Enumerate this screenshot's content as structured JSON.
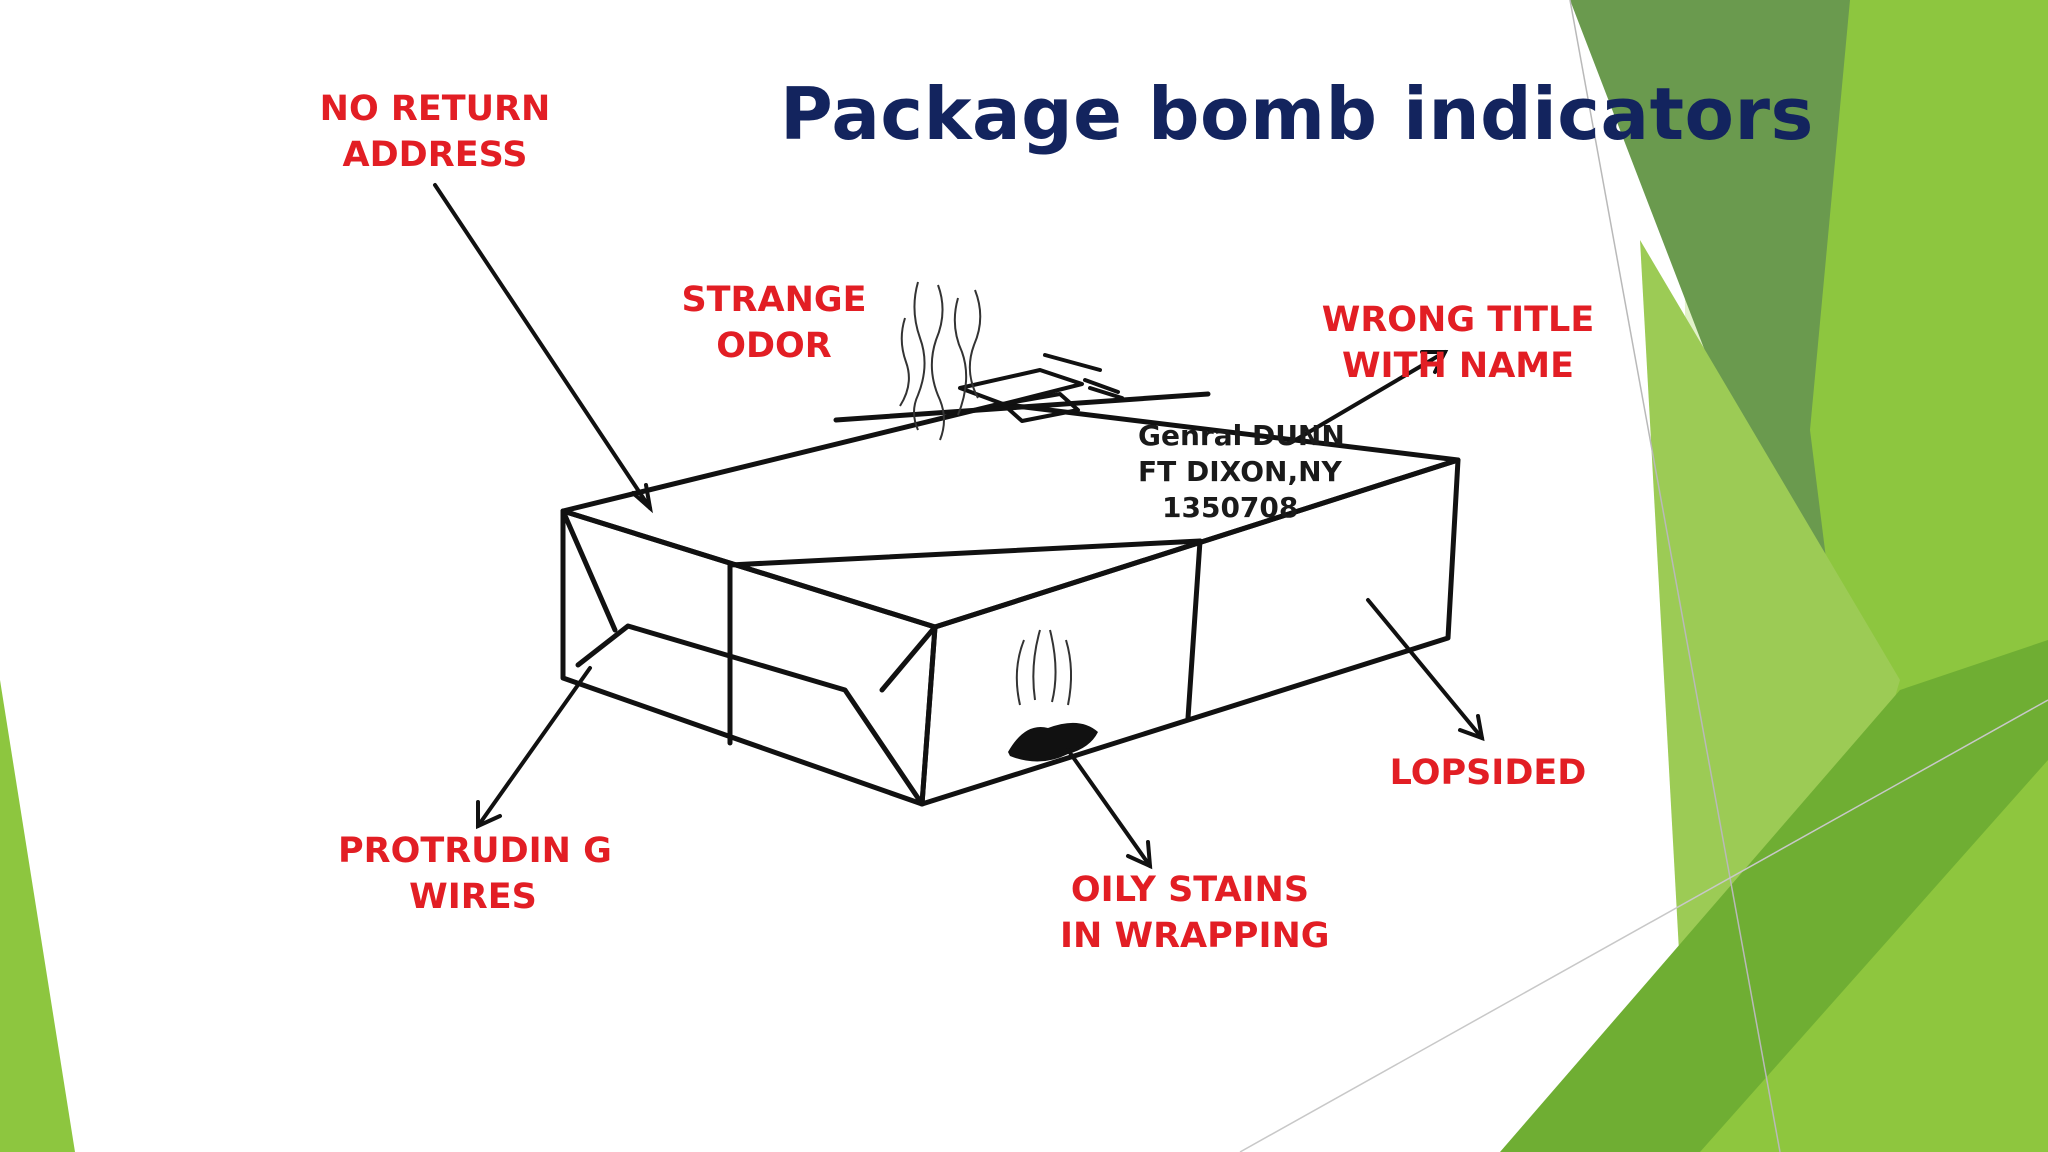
{
  "title": "Package bomb indicators",
  "colors": {
    "title": "#13245e",
    "callout": "#e21e24",
    "green_light": "#8dc63f",
    "green_dark": "#5f9f2f",
    "green_pale": "#c9e39c"
  },
  "callouts": {
    "no_return_address": [
      "NO RETURN",
      "ADDRESS"
    ],
    "strange_odor": [
      "STRANGE",
      "ODOR"
    ],
    "wrong_title": [
      "WRONG TITLE",
      "WITH NAME"
    ],
    "protruding_wires": [
      "PROTRUDIN G",
      "WIRES"
    ],
    "oily_stains": [
      "OILY STAINS",
      "IN WRAPPING"
    ],
    "lopsided": [
      "LOPSIDED"
    ]
  },
  "address_label": [
    "Genral DUNN",
    "FT DIXON,NY",
    "1350708"
  ]
}
